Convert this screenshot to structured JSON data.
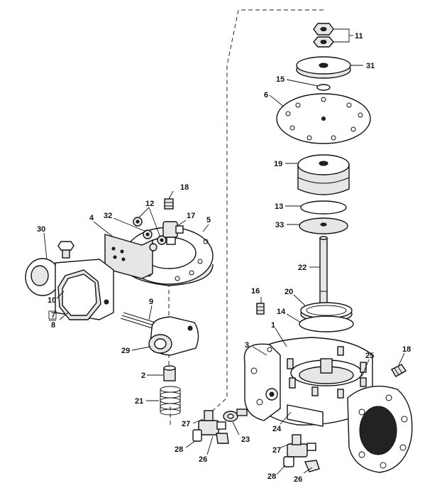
{
  "callouts": [
    {
      "key": "c11",
      "text": "11"
    },
    {
      "key": "c31",
      "text": "31"
    },
    {
      "key": "c15",
      "text": "15"
    },
    {
      "key": "c6",
      "text": "6"
    },
    {
      "key": "c19",
      "text": "19"
    },
    {
      "key": "c13",
      "text": "13"
    },
    {
      "key": "c33",
      "text": "33"
    },
    {
      "key": "c22",
      "text": "22"
    },
    {
      "key": "c20",
      "text": "20"
    },
    {
      "key": "c14",
      "text": "14"
    },
    {
      "key": "c16",
      "text": "16"
    },
    {
      "key": "c1",
      "text": "1"
    },
    {
      "key": "c3",
      "text": "3"
    },
    {
      "key": "c25",
      "text": "25"
    },
    {
      "key": "c18a",
      "text": "18"
    },
    {
      "key": "c24",
      "text": "24"
    },
    {
      "key": "c27a",
      "text": "27"
    },
    {
      "key": "c28a",
      "text": "28"
    },
    {
      "key": "c26a",
      "text": "26"
    },
    {
      "key": "c18b",
      "text": "18"
    },
    {
      "key": "c12",
      "text": "12"
    },
    {
      "key": "c32",
      "text": "32"
    },
    {
      "key": "c17",
      "text": "17"
    },
    {
      "key": "c5",
      "text": "5"
    },
    {
      "key": "c4",
      "text": "4"
    },
    {
      "key": "c30",
      "text": "30"
    },
    {
      "key": "c10",
      "text": "10"
    },
    {
      "key": "c7",
      "text": "7"
    },
    {
      "key": "c8",
      "text": "8"
    },
    {
      "key": "c9",
      "text": "9"
    },
    {
      "key": "c29",
      "text": "29"
    },
    {
      "key": "c2",
      "text": "2"
    },
    {
      "key": "c21",
      "text": "21"
    },
    {
      "key": "c27b",
      "text": "27"
    },
    {
      "key": "c28b",
      "text": "28"
    },
    {
      "key": "c26b",
      "text": "26"
    },
    {
      "key": "c23",
      "text": "23"
    }
  ]
}
